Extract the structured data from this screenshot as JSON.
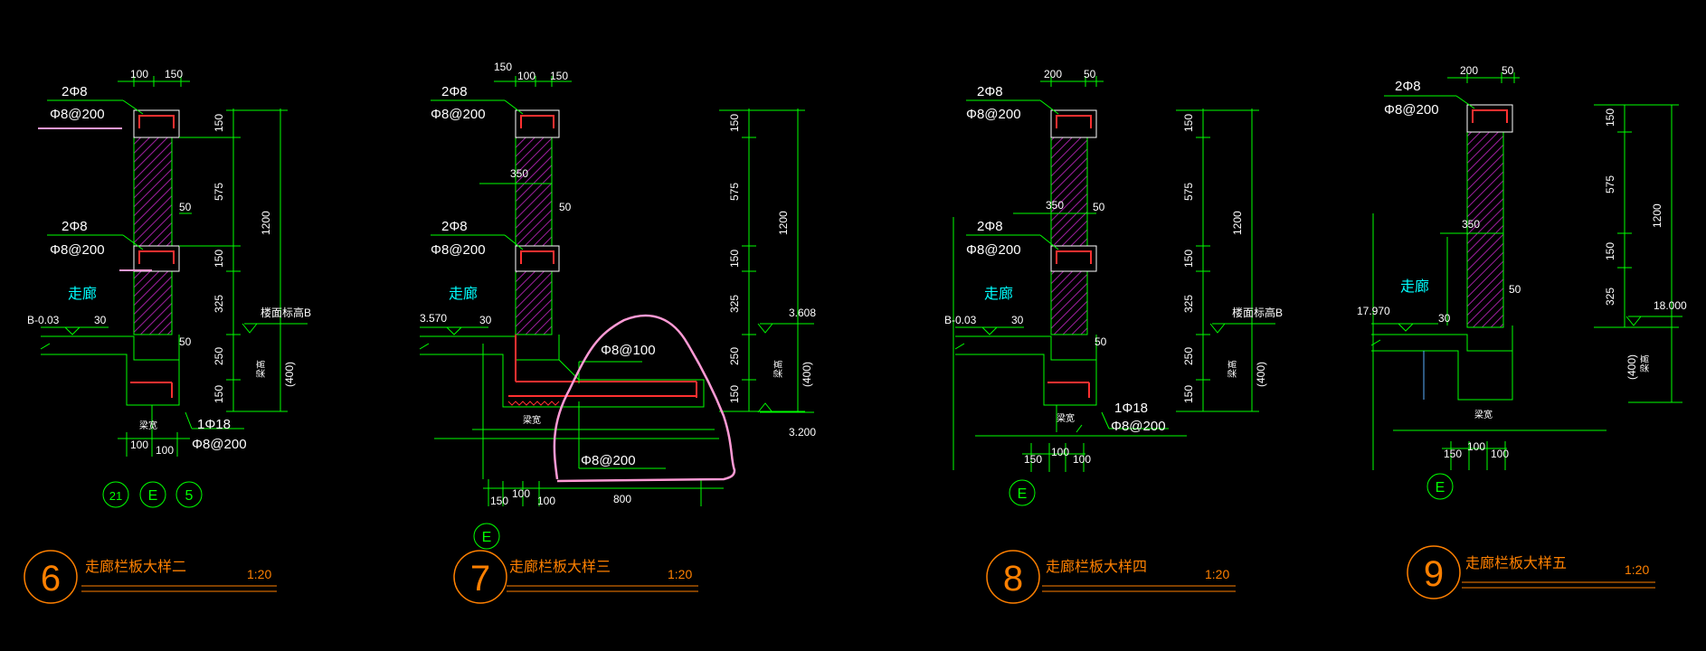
{
  "colors": {
    "background": "#000000",
    "line": "#00ff00",
    "text": "#ffffff",
    "label": "#00ffff",
    "title": "#ff8000",
    "rebar": "#ff3030",
    "hatch": "#a020a0",
    "markup": "#ff9ad5"
  },
  "details": [
    {
      "id": "d6",
      "number": "6",
      "title": "走廊栏板大样二",
      "scale": "1:20",
      "corridor": "走廊",
      "beam_width": "梁宽",
      "top_dims": [
        "100",
        "150"
      ],
      "rebar_top": [
        "2Φ8",
        "Φ8@200"
      ],
      "rebar_mid": [
        "2Φ8",
        "Φ8@200"
      ],
      "rebar_bottom": [
        "1Φ18",
        "Φ8@200"
      ],
      "vertical_dims": [
        "150",
        "575",
        "150",
        "325",
        "250",
        "150"
      ],
      "total_height": "1200",
      "side_note": "50",
      "side_note2": "50",
      "level_left": "B-0.03",
      "level_small": "30",
      "floor_label": "楼面标高B",
      "beam_label": "梁高",
      "beam_height": "(400)",
      "bottom_dims": [
        "100",
        "100"
      ],
      "axis_circles": [
        "21",
        "E",
        "5"
      ]
    },
    {
      "id": "d7",
      "number": "7",
      "title": "走廊栏板大样三",
      "scale": "1:20",
      "corridor": "走廊",
      "beam_width": "梁宽",
      "top_dims": [
        "150",
        "100",
        "150"
      ],
      "rebar_top": [
        "2Φ8",
        "Φ8@200"
      ],
      "rebar_mid": [
        "2Φ8",
        "Φ8@200"
      ],
      "rebar_slab_top": "Φ8@100",
      "rebar_slab_bottom": "Φ8@200",
      "vertical_dims": [
        "150",
        "575",
        "150",
        "325",
        "250",
        "150"
      ],
      "total_height": "1200",
      "width_label": "350",
      "side_note": "50",
      "level_left": "3.570",
      "level_small": "30",
      "level_right_top": "3.608",
      "level_right_bottom": "3.200",
      "beam_label": "梁高",
      "beam_height": "(400)",
      "bottom_dims": [
        "150",
        "100",
        "100",
        "800"
      ],
      "axis_circles": [
        "E"
      ]
    },
    {
      "id": "d8",
      "number": "8",
      "title": "走廊栏板大样四",
      "scale": "1:20",
      "corridor": "走廊",
      "beam_width": "梁宽",
      "top_dims": [
        "200",
        "50"
      ],
      "rebar_top": [
        "2Φ8",
        "Φ8@200"
      ],
      "rebar_mid": [
        "2Φ8",
        "Φ8@200"
      ],
      "rebar_bottom": [
        "1Φ18",
        "Φ8@200"
      ],
      "vertical_dims": [
        "150",
        "575",
        "150",
        "325",
        "250",
        "150"
      ],
      "total_height": "1200",
      "width_label": "350",
      "side_note": "50",
      "side_note2": "50",
      "level_left": "B-0.03",
      "level_small": "30",
      "floor_label": "楼面标高B",
      "beam_label": "梁高",
      "beam_height": "(400)",
      "bottom_dims": [
        "150",
        "100",
        "100"
      ],
      "axis_circles": [
        "E"
      ]
    },
    {
      "id": "d9",
      "number": "9",
      "title": "走廊栏板大样五",
      "scale": "1:20",
      "corridor": "走廊",
      "beam_width": "梁宽",
      "top_dims": [
        "200",
        "50"
      ],
      "rebar_top": [
        "2Φ8",
        "Φ8@200"
      ],
      "vertical_dims": [
        "150",
        "575",
        "150",
        "325"
      ],
      "total_height": "1200",
      "width_label": "350",
      "side_note": "50",
      "level_left": "17.970",
      "level_small": "30",
      "level_right": "18.000",
      "beam_label": "梁高",
      "beam_height": "(400)",
      "bottom_dims": [
        "150",
        "100",
        "100"
      ],
      "axis_circles": [
        "E"
      ]
    }
  ]
}
